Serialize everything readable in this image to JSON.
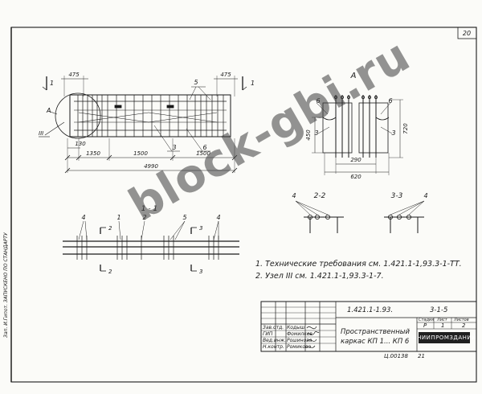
{
  "sheet": {
    "page_number": "20",
    "side_stamp": "Зап. И.Гипот. ЗАПУСКЕНО ПО СТАНДАРТУ"
  },
  "plan": {
    "dims_top": [
      "475",
      "475"
    ],
    "dims_bottom": [
      "130",
      "1350",
      "1500",
      "1500"
    ],
    "overall_length": "4990",
    "callouts": [
      "5",
      "3",
      "6"
    ],
    "node_label": "А",
    "node_ref": "III",
    "section_marks": [
      "1",
      "1"
    ]
  },
  "detail_a": {
    "title": "А",
    "dims": [
      "450",
      "720",
      "290",
      "620"
    ],
    "callouts": [
      "6",
      "6",
      "3",
      "3"
    ]
  },
  "section_11": {
    "title": "1 - 1",
    "callouts": [
      "4",
      "1",
      "2",
      "5",
      "4"
    ],
    "section_marks": [
      "2",
      "2",
      "3",
      "3"
    ]
  },
  "section_22": {
    "title": "2-2",
    "callout": "4"
  },
  "section_33": {
    "title": "3-3",
    "callout": "4"
  },
  "notes": [
    "1. Технические требования см. 1.421.1-1,93.3-1-ТТ.",
    "2. Узел III см. 1.421.1-1,93.3-1-7."
  ],
  "title_block": {
    "doc_code": "1.421.1-1.93.",
    "sheet_code": "3-1-5",
    "product_name": "Пространственный",
    "product_desc": "каркас КП 1... КП 6",
    "stage_header": "Стадия",
    "sheet_header": "Лист",
    "sheets_header": "Листов",
    "stage": "Р",
    "sheet": "1",
    "sheets": "2",
    "organization": "ЦНИИПРОМЗДАНИЙ",
    "roles": [
      "Зав.отд.",
      "ГИП",
      "Вед.инж.",
      "Н.контр."
    ],
    "names": [
      "Кодыш",
      "Фомилков",
      "Рошинова",
      "Ромикова"
    ],
    "bottom_code": "Ц.00138",
    "bottom_num": "21"
  },
  "watermark": "block-gbi.ru"
}
